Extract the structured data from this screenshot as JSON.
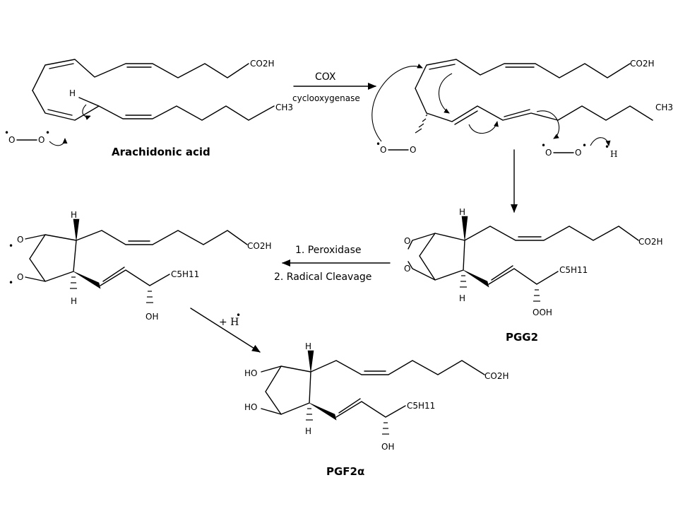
{
  "compounds": {
    "arachidonic_acid": {
      "name": "Arachidonic acid",
      "acid_group": "CO2H",
      "methyl_group": "CH3",
      "h_label": "H"
    },
    "radical_intermediate": {
      "acid_group": "CO2H",
      "methyl_group": "CH3"
    },
    "pgg2": {
      "name": "PGG2",
      "acid_group": "CO2H",
      "side_chain": "C5H11",
      "hydroperoxide": "OOH",
      "h_label": "H"
    },
    "diradical": {
      "acid_group": "CO2H",
      "side_chain": "C5H11",
      "hydroxyl": "OH",
      "h_label": "H"
    },
    "pgf2a": {
      "name": "PGF2α",
      "acid_group": "CO2H",
      "side_chain": "C5H11",
      "hydroxyl": "OH",
      "ring_hydroxyl": "HO",
      "h_label": "H"
    }
  },
  "oxygen": {
    "atom": "O",
    "radical_dot": "•"
  },
  "hydrogen_radical": {
    "label": "H",
    "dot": "•"
  },
  "reactions": {
    "step1": {
      "enzyme": "COX",
      "enzyme_name": "cyclooxygenase"
    },
    "step3": {
      "line1": "1. Peroxidase",
      "line2": "2. Radical Cleavage"
    },
    "step4": {
      "reagent": "+ H"
    }
  }
}
